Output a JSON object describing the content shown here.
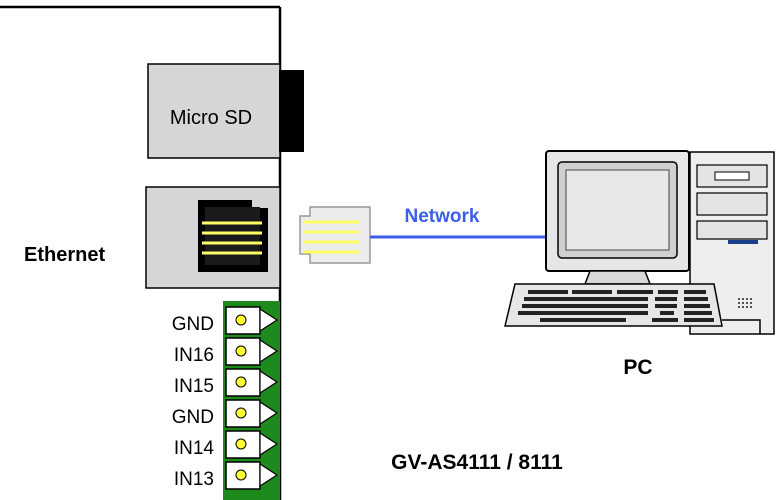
{
  "device": {
    "microsd_label": "Micro SD",
    "ethernet_label": "Ethernet",
    "model_label": "GV-AS4111 / 8111"
  },
  "network": {
    "label": "Network",
    "color": "#3b5ee8"
  },
  "pc": {
    "label": "PC"
  },
  "terminals": [
    "GND",
    "IN16",
    "IN15",
    "GND",
    "IN14",
    "IN13"
  ],
  "colors": {
    "terminal_green": "#1e8a1e",
    "terminal_yellow": "#ffff33",
    "panel_gray": "#d4d4d4",
    "rj45_yellow": "#ffff66",
    "pc_gray": "#e8e8e8"
  }
}
